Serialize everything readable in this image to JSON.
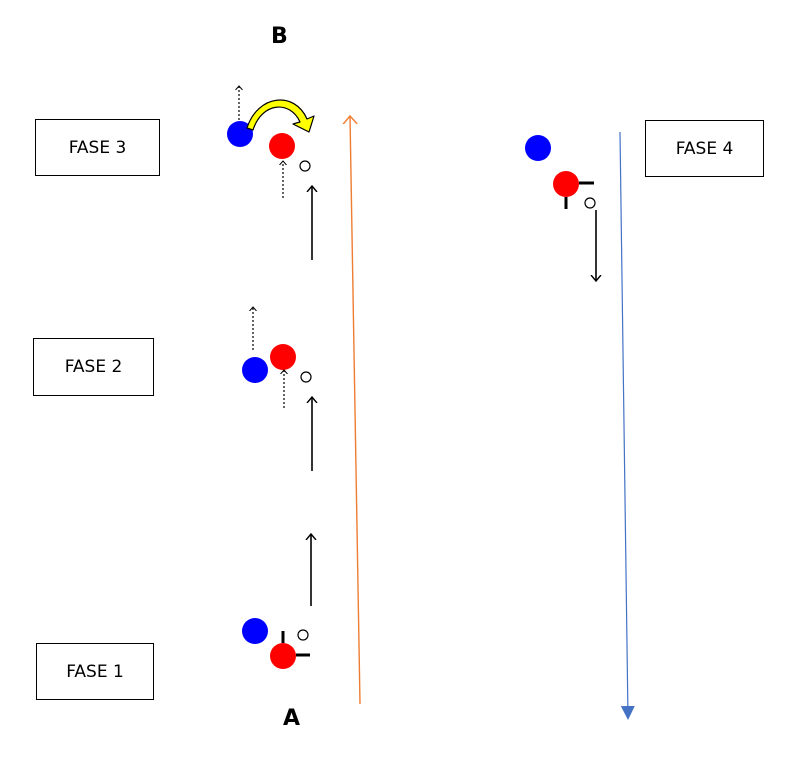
{
  "phases": {
    "fase1": "FASE 1",
    "fase2": "FASE 2",
    "fase3": "FASE 3",
    "fase4": "FASE 4"
  },
  "points": {
    "start": "A",
    "end": "B"
  },
  "colors": {
    "player_blue": "#0000ff",
    "player_red": "#ff0000",
    "path_forward": "#ed7d31",
    "path_return": "#4472c4",
    "swap_arrow": "#ffff00"
  }
}
